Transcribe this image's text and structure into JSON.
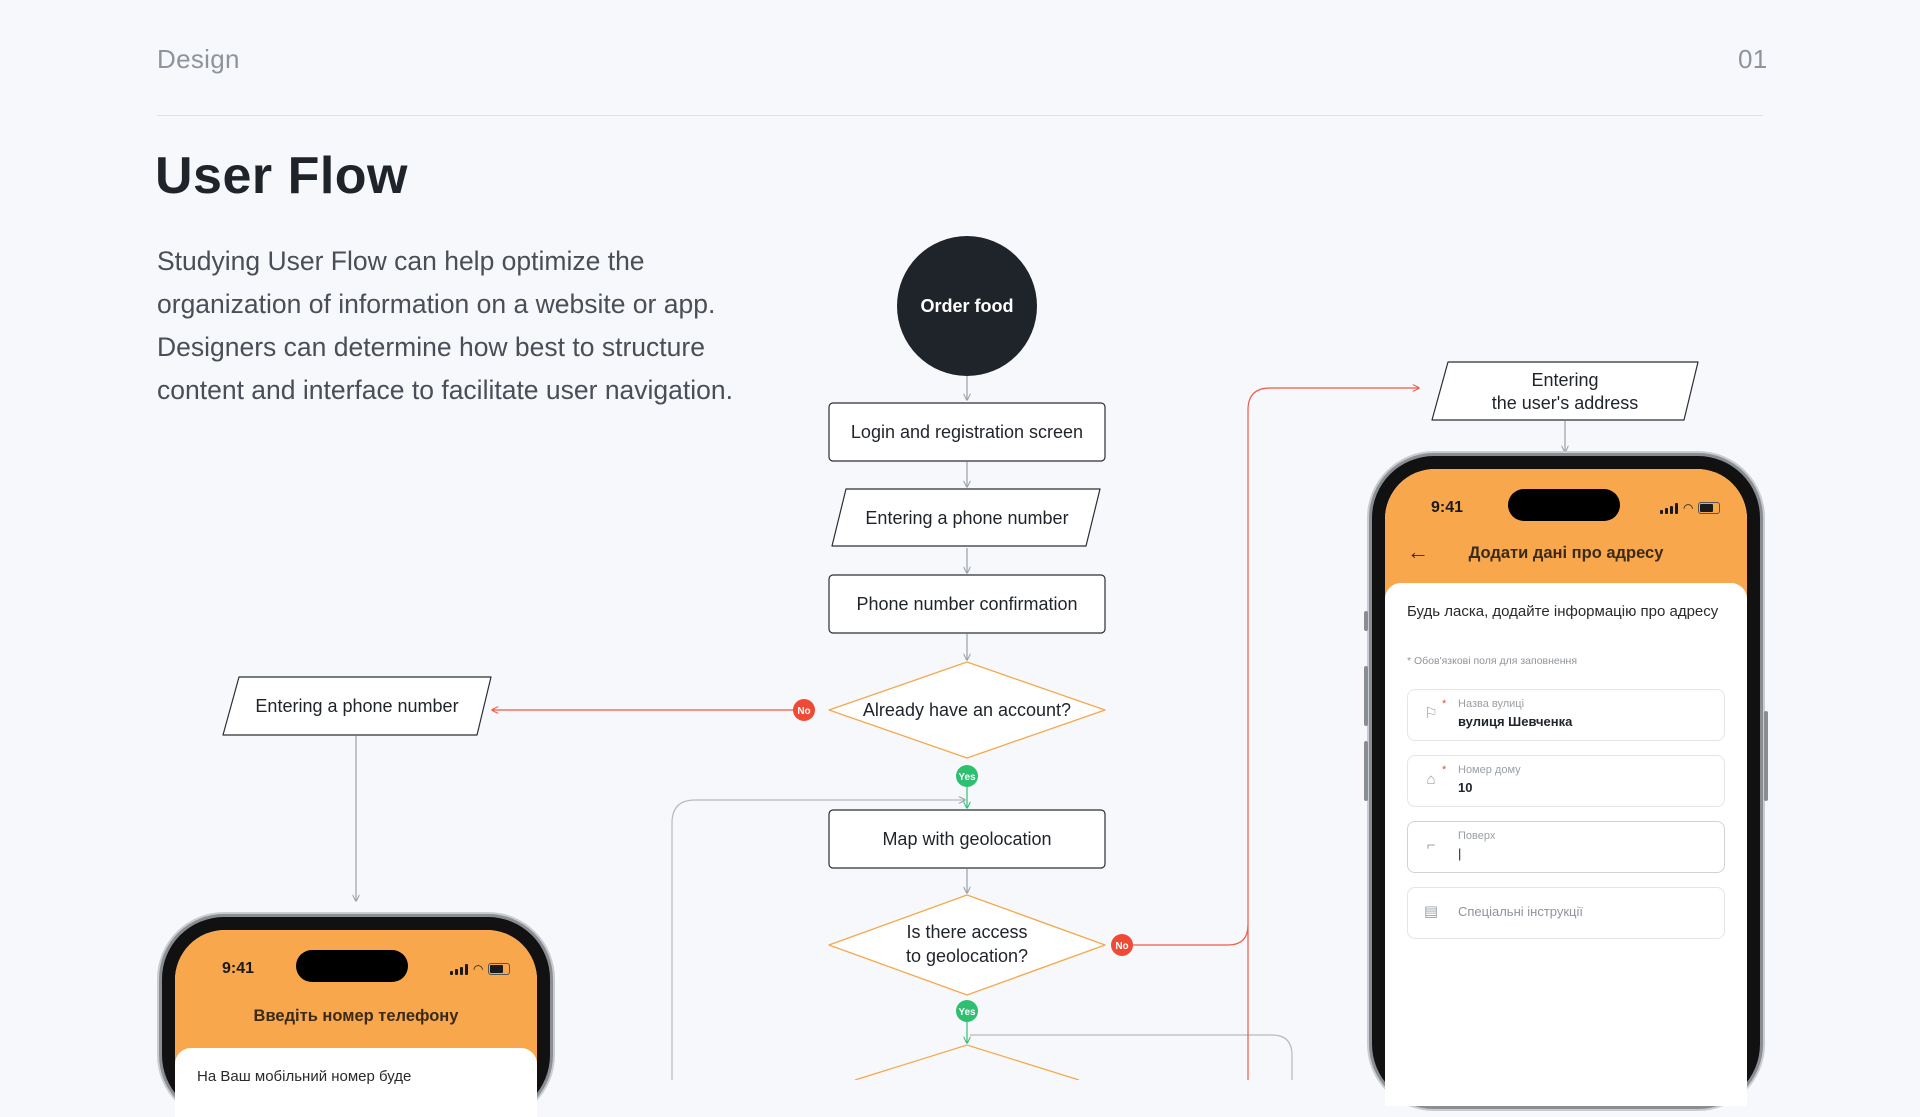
{
  "header": {
    "section": "Design",
    "page_number": "01"
  },
  "title": "User Flow",
  "description": "Studying User Flow can help optimize the organization of information on a website or app. Designers can determine how best to structure content and interface to facilitate user navigation.",
  "flow": {
    "start": "Order food",
    "login": "Login and registration screen",
    "phone_entry": "Entering a phone number",
    "phone_confirm": "Phone number confirmation",
    "account_question": "Already have an account?",
    "phone_entry_left": "Entering a phone number",
    "map": "Map with geolocation",
    "geo_question_line1": "Is there access",
    "geo_question_line2": "to geolocation?",
    "address_line1": "Entering",
    "address_line2": "the user's address",
    "no": "No",
    "yes": "Yes",
    "colors": {
      "no": "#ef4a35",
      "yes": "#2fbf71",
      "decision": "#f5a84c",
      "arrow_no": "#ef5a45",
      "line": "#9aa0a6",
      "start_fill": "#1f232a"
    }
  },
  "phone_left": {
    "time": "9:41",
    "heading": "Введіть номер телефону",
    "body": "На Ваш мобільний номер буде"
  },
  "phone_right": {
    "time": "9:41",
    "heading": "Додати дані про адресу",
    "back_icon": "arrow-left-icon",
    "intro": "Будь ласка, додайте інформацію про адресу",
    "required_note": "* Обов'язкові поля для заповнення",
    "fields": [
      {
        "label": "Назва вулиці",
        "value": "вулиця Шевченка",
        "icon": "flag-icon",
        "required": "*"
      },
      {
        "label": "Номер дому",
        "value": "10",
        "icon": "home-icon",
        "required": "*"
      },
      {
        "label": "Поверх",
        "value": "|",
        "icon": "stairs-icon"
      },
      {
        "placeholder": "Спеціальні інструкції",
        "icon": "note-icon"
      }
    ]
  }
}
